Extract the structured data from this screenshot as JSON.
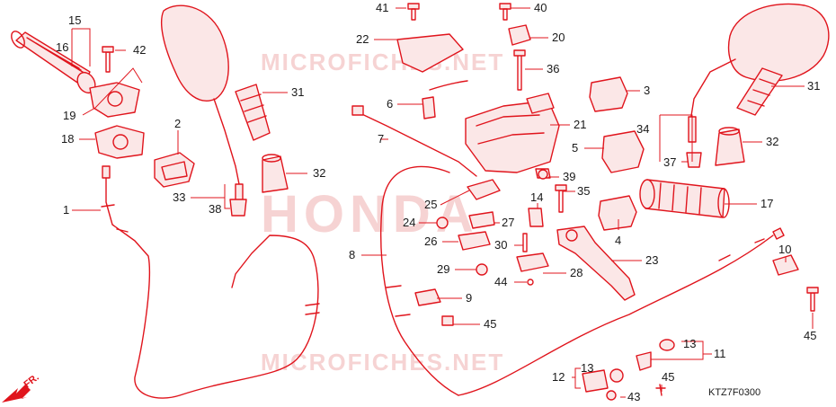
{
  "watermark": {
    "top": "MICROFICHES.NET",
    "middle": "HONDA",
    "bottom": "MICROFICHES.NET"
  },
  "diagram_code": "KTZ7F0300",
  "front_marker": "FR.",
  "colors": {
    "line": "#e0141c",
    "text": "#1a1a1a",
    "watermark": "#f6d3d3",
    "fill": "#fbe7e7"
  },
  "callouts": [
    {
      "id": "c15",
      "text": "15"
    },
    {
      "id": "c16",
      "text": "16"
    },
    {
      "id": "c42",
      "text": "42"
    },
    {
      "id": "c19",
      "text": "19"
    },
    {
      "id": "c18",
      "text": "18"
    },
    {
      "id": "c2",
      "text": "2"
    },
    {
      "id": "c1",
      "text": "1"
    },
    {
      "id": "c33",
      "text": "33"
    },
    {
      "id": "c38",
      "text": "38"
    },
    {
      "id": "c31a",
      "text": "31"
    },
    {
      "id": "c32a",
      "text": "32"
    },
    {
      "id": "c41",
      "text": "41"
    },
    {
      "id": "c22",
      "text": "22"
    },
    {
      "id": "c40",
      "text": "40"
    },
    {
      "id": "c20",
      "text": "20"
    },
    {
      "id": "c36",
      "text": "36"
    },
    {
      "id": "c6",
      "text": "6"
    },
    {
      "id": "c21",
      "text": "21"
    },
    {
      "id": "c7",
      "text": "7"
    },
    {
      "id": "c39",
      "text": "39"
    },
    {
      "id": "c3",
      "text": "3"
    },
    {
      "id": "c5",
      "text": "5"
    },
    {
      "id": "c31b",
      "text": "31"
    },
    {
      "id": "c34",
      "text": "34"
    },
    {
      "id": "c32b",
      "text": "32"
    },
    {
      "id": "c37",
      "text": "37"
    },
    {
      "id": "c25",
      "text": "25"
    },
    {
      "id": "c14",
      "text": "14"
    },
    {
      "id": "c35",
      "text": "35"
    },
    {
      "id": "c17",
      "text": "17"
    },
    {
      "id": "c24",
      "text": "24"
    },
    {
      "id": "c27",
      "text": "27"
    },
    {
      "id": "c4",
      "text": "4"
    },
    {
      "id": "c26",
      "text": "26"
    },
    {
      "id": "c30",
      "text": "30"
    },
    {
      "id": "c8",
      "text": "8"
    },
    {
      "id": "c23",
      "text": "23"
    },
    {
      "id": "c10",
      "text": "10"
    },
    {
      "id": "c29",
      "text": "29"
    },
    {
      "id": "c28",
      "text": "28"
    },
    {
      "id": "c44",
      "text": "44"
    },
    {
      "id": "c9",
      "text": "9"
    },
    {
      "id": "c45a",
      "text": "45"
    },
    {
      "id": "c45b",
      "text": "45"
    },
    {
      "id": "c13",
      "text": "13"
    },
    {
      "id": "c11",
      "text": "11"
    },
    {
      "id": "c12",
      "text": "12"
    },
    {
      "id": "c13b",
      "text": "13"
    },
    {
      "id": "c45c",
      "text": "45"
    },
    {
      "id": "c43",
      "text": "43"
    }
  ]
}
